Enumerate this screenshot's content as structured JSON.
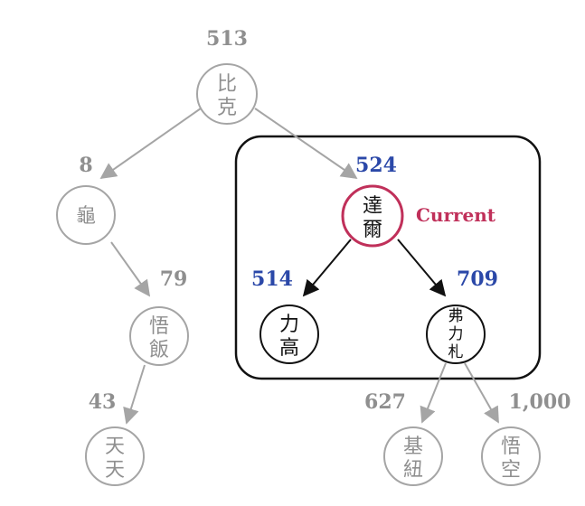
{
  "nodes": {
    "root": {
      "value": "513",
      "line1": "比",
      "line2": "克"
    },
    "gui": {
      "value": "8",
      "line1": "龜"
    },
    "wufan": {
      "value": "79",
      "line1": "悟",
      "line2": "飯"
    },
    "tian": {
      "value": "43",
      "line1": "天",
      "line2": "天"
    },
    "daer": {
      "value": "524",
      "line1": "達",
      "line2": "爾"
    },
    "ligao": {
      "value": "514",
      "line1": "力",
      "line2": "高"
    },
    "fulizha": {
      "value": "709",
      "line1": "弗",
      "line2": "力",
      "line3": "札"
    },
    "jizu": {
      "value": "627",
      "line1": "基",
      "line2": "紐"
    },
    "wukong": {
      "value": "1,000",
      "line1": "悟",
      "line2": "空"
    }
  },
  "current_label": "Current",
  "colors": {
    "gray": "#8f8f8f",
    "blue": "#2b48a8",
    "current": "#c0305a",
    "dark": "#111111"
  }
}
